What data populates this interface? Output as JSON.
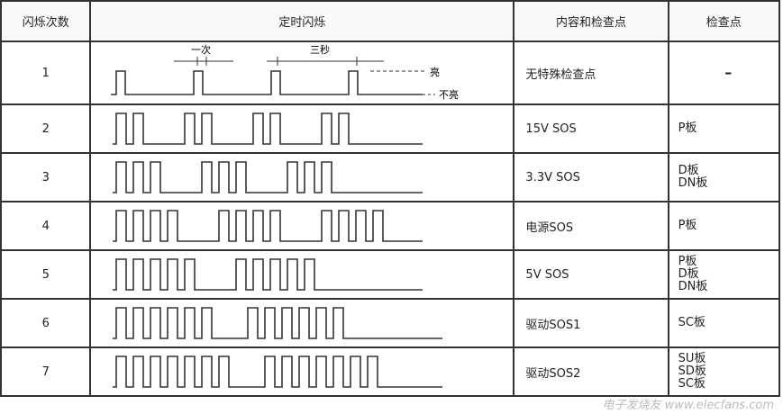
{
  "headers": {
    "count": "闪烁次数",
    "timing": "定时闪烁",
    "content": "内容和检查点",
    "checkpoint": "检查点"
  },
  "legend": {
    "once": "一次",
    "three_sec": "三秒",
    "on": "亮",
    "off": "不亮"
  },
  "rows": [
    {
      "count": "1",
      "pulses": 1,
      "groups": 4,
      "content": "无特殊检查点",
      "checkpoint": "–"
    },
    {
      "count": "2",
      "pulses": 2,
      "groups": 4,
      "content": "15V SOS",
      "checkpoint": "P板"
    },
    {
      "count": "3",
      "pulses": 3,
      "groups": 3,
      "content": "3.3V SOS",
      "checkpoint": "D板\nDN板"
    },
    {
      "count": "4",
      "pulses": 4,
      "groups": 3,
      "content": "电源SOS",
      "checkpoint": "P板"
    },
    {
      "count": "5",
      "pulses": 5,
      "groups": 2,
      "content": "5V SOS",
      "checkpoint": "P板\nD板\nDN板"
    },
    {
      "count": "6",
      "pulses": 6,
      "groups": 2,
      "content": "驱动SOS1",
      "checkpoint": "SC板"
    },
    {
      "count": "7",
      "pulses": 7,
      "groups": 2,
      "content": "驱动SOS2",
      "checkpoint": "SU板\nSD板\nSC板"
    }
  ],
  "watermark": "电子发烧友 www.elecfans.com"
}
